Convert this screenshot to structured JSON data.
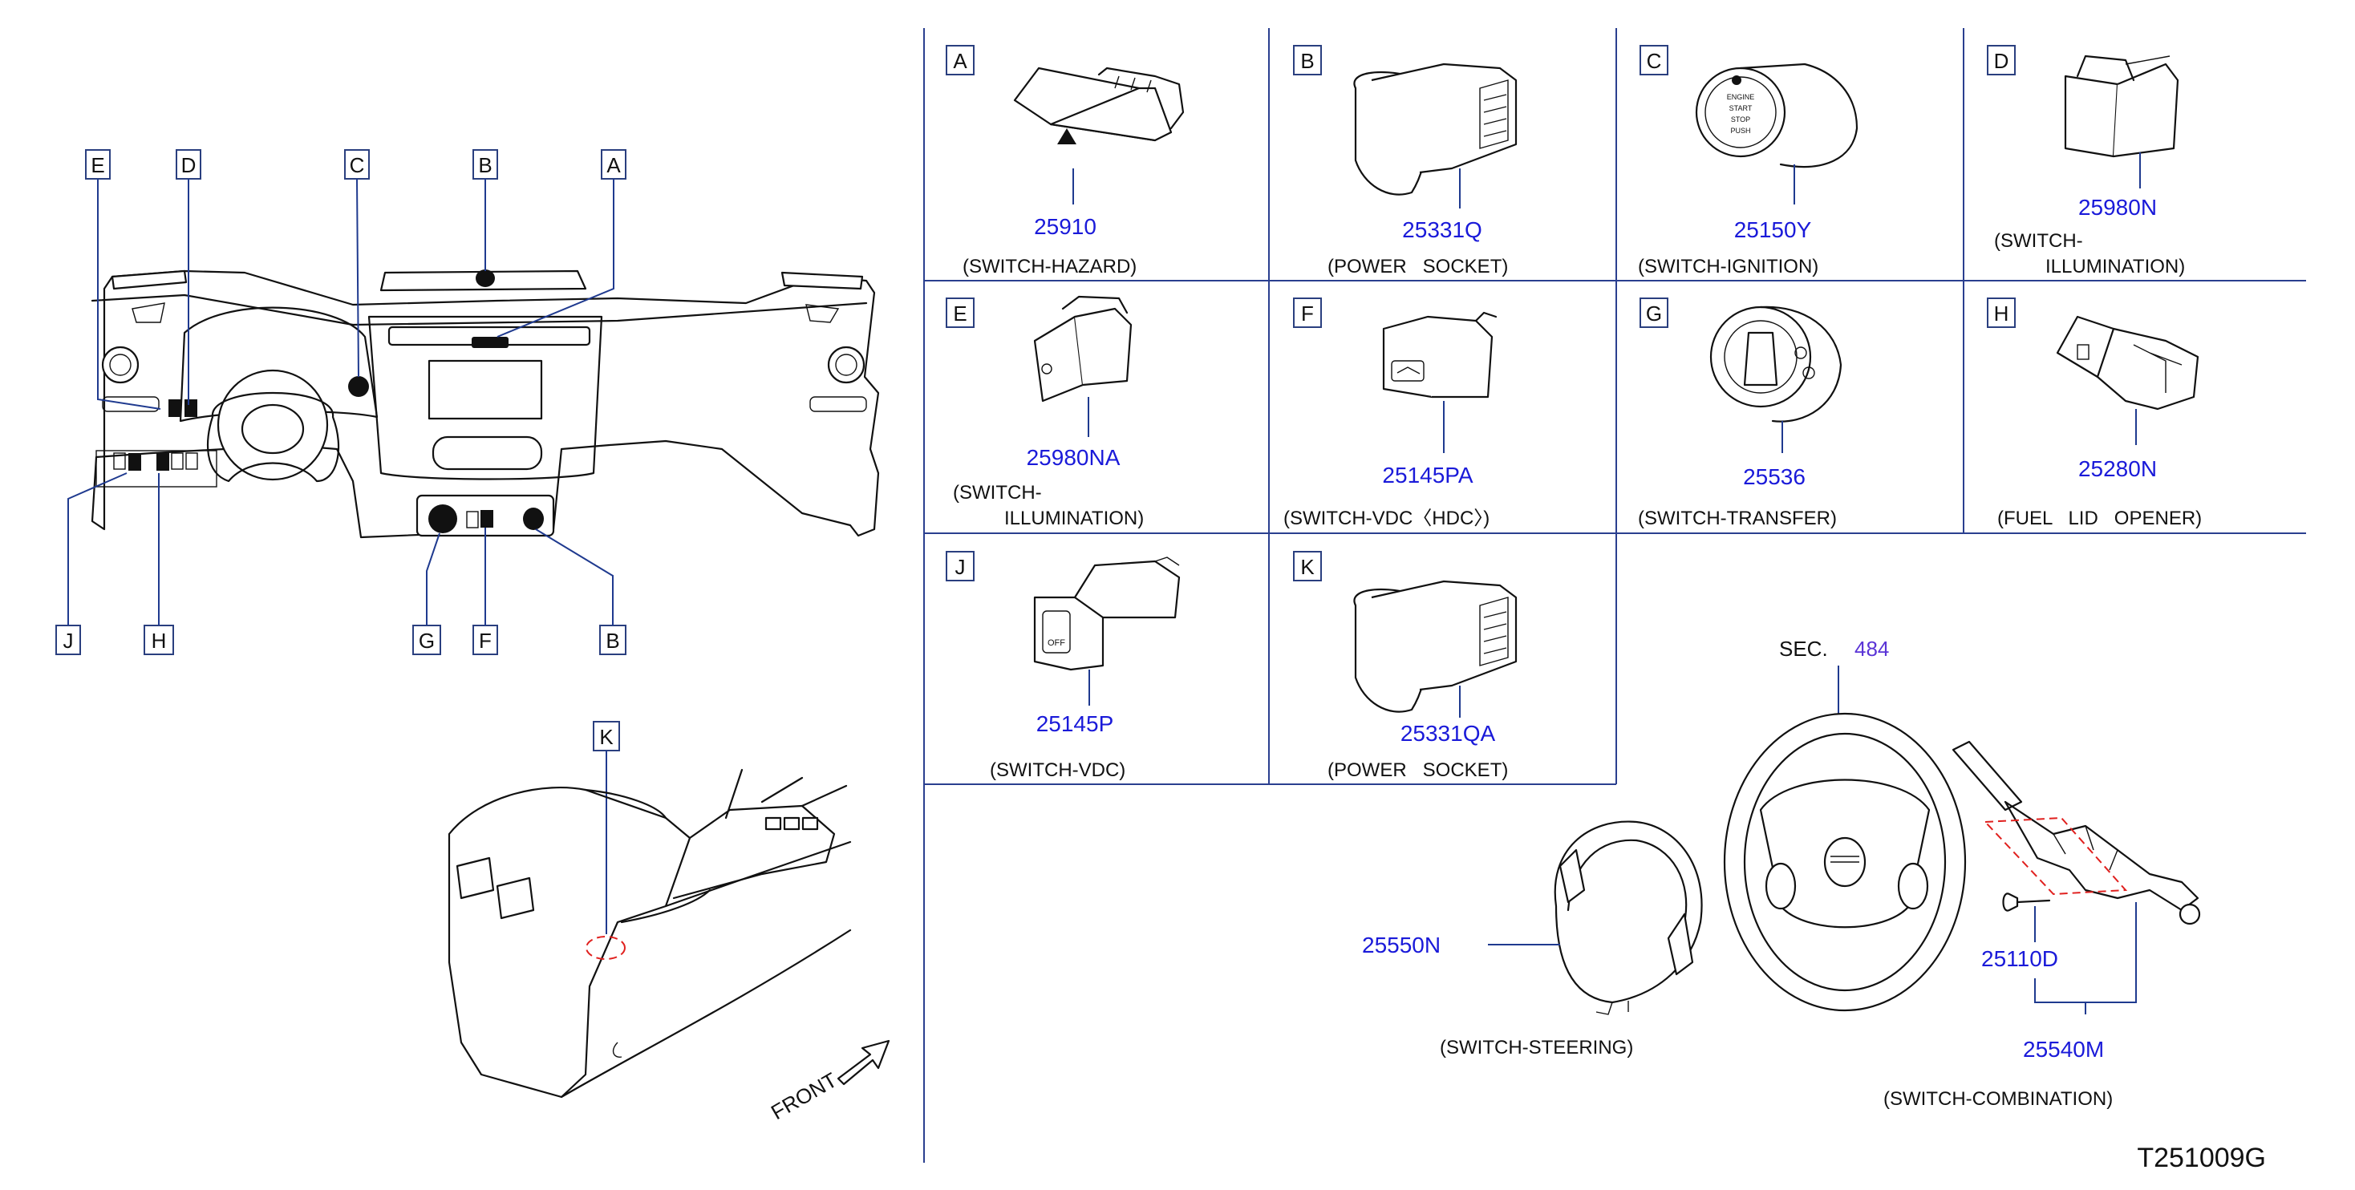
{
  "diagram_id": "T251009G",
  "overview_callouts": {
    "top_row": [
      "E",
      "D",
      "C",
      "B",
      "A"
    ],
    "bottom_row": [
      "J",
      "H",
      "G",
      "F",
      "B"
    ],
    "console": "K"
  },
  "front_label": "FRONT",
  "cells": [
    {
      "letter": "A",
      "part": "25910",
      "desc1": "(SWITCH-HAZARD)",
      "desc2": ""
    },
    {
      "letter": "B",
      "part": "25331Q",
      "desc1": "(POWER   SOCKET)",
      "desc2": ""
    },
    {
      "letter": "C",
      "part": "25150Y",
      "desc1": "(SWITCH-IGNITION)",
      "desc2": ""
    },
    {
      "letter": "D",
      "part": "25980N",
      "desc1": "(SWITCH-",
      "desc2": "ILLUMINATION)"
    },
    {
      "letter": "E",
      "part": "25980NA",
      "desc1": "(SWITCH-",
      "desc2": "ILLUMINATION)"
    },
    {
      "letter": "F",
      "part": "25145PA",
      "desc1": "(SWITCH-VDC〈HDC〉)",
      "desc2": ""
    },
    {
      "letter": "G",
      "part": "25536",
      "desc1": "(SWITCH-TRANSFER)",
      "desc2": ""
    },
    {
      "letter": "H",
      "part": "25280N",
      "desc1": "(FUEL   LID   OPENER)",
      "desc2": ""
    },
    {
      "letter": "J",
      "part": "25145P",
      "desc1": "(SWITCH-VDC)",
      "desc2": ""
    },
    {
      "letter": "K",
      "part": "25331QA",
      "desc1": "(POWER   SOCKET)",
      "desc2": ""
    }
  ],
  "steering": {
    "sec_label": "SEC.",
    "sec_number": "484",
    "switch_steering_part": "25550N",
    "switch_steering_desc": "(SWITCH-STEERING)",
    "screw_part": "25110D",
    "combination_part": "25540M",
    "combination_desc": "(SWITCH-COMBINATION)"
  },
  "icon_text": {
    "ignition_button": [
      "ENGINE",
      "START",
      "STOP",
      "PUSH"
    ],
    "vdc_button": "OFF"
  },
  "colors": {
    "part_number": "#1a1ad9",
    "sec_number": "#5a34d6",
    "frame": "#2a3f8f",
    "dash_marker": "#e0201e"
  }
}
